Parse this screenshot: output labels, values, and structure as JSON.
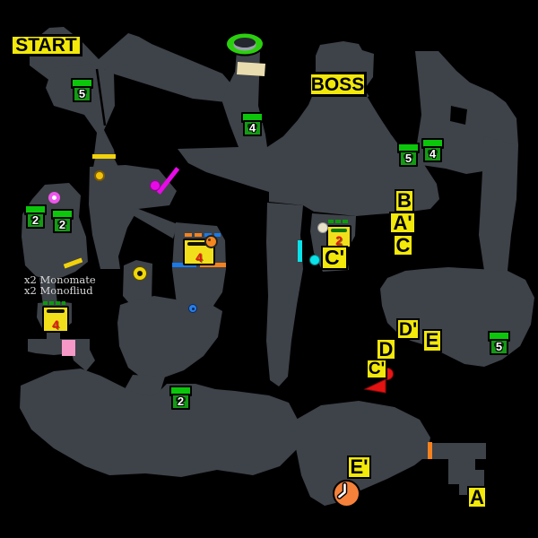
{
  "titles": {
    "start": "START",
    "boss": "BOSS"
  },
  "portals": [
    {
      "name": "B"
    },
    {
      "name": "A'"
    },
    {
      "name": "C"
    },
    {
      "name": "C'"
    },
    {
      "name": "D'"
    },
    {
      "name": "E"
    },
    {
      "name": "D"
    },
    {
      "name": "C'"
    },
    {
      "name": "E'"
    },
    {
      "name": "A"
    }
  ],
  "item_boxes": {
    "green": [
      {
        "count": "5"
      },
      {
        "count": "4"
      },
      {
        "count": "5"
      },
      {
        "count": "4"
      },
      {
        "count": "2"
      },
      {
        "count": "2"
      },
      {
        "count": "2"
      },
      {
        "count": "5"
      }
    ],
    "rare": [
      {
        "count": "4"
      },
      {
        "count": "4"
      },
      {
        "count": "2"
      }
    ]
  },
  "notes": {
    "line1": "x2 Monomate",
    "line2": "x2 Monofliud"
  },
  "colors": {
    "cave": "#3e4249",
    "label_bg": "#f2e80a",
    "green_box": "#149b14",
    "green_box_lid": "#0cc60c",
    "rare_box": "#f2df1c",
    "rare_number": "#e81212",
    "door_yellow": "#f2d20a",
    "door_blue": "#1a7ae8",
    "door_orange": "#f5821e",
    "door_cyan": "#0ae2ea",
    "door_magenta": "#e70ae7",
    "pipe_green": "#2bcf0e",
    "pipe_band": "#e9dcae",
    "clock_orange": "#f6813a",
    "pink_marker": "#f598c8",
    "red_marker": "#e81515"
  }
}
